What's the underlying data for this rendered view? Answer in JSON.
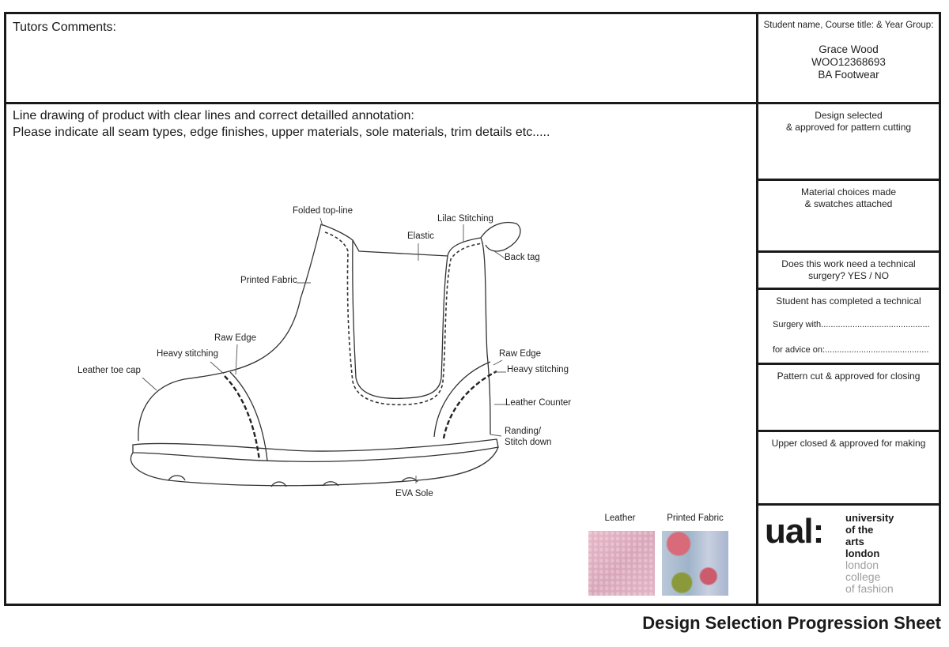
{
  "tutors": {
    "title": "Tutors Comments:"
  },
  "drawing": {
    "title_line1": "Line drawing of product with clear lines and correct detailled annotation:",
    "title_line2": "Please indicate all seam types, edge finishes, upper materials, sole materials, trim details etc....."
  },
  "annotations": {
    "folded_topline": "Folded top-line",
    "lilac_stitching": "Lilac Stitching",
    "elastic": "Elastic",
    "back_tag": "Back tag",
    "printed_fabric": "Printed Fabric",
    "raw_edge_front": "Raw Edge",
    "heavy_stitching_front": "Heavy stitching",
    "leather_toe_cap": "Leather toe cap",
    "raw_edge_back": "Raw Edge",
    "heavy_stitching_back": "Heavy stitching",
    "leather_counter": "Leather Counter",
    "randing_line1": "Randing/",
    "randing_line2": "Stitch down",
    "eva_sole": "EVA Sole"
  },
  "swatches": {
    "leather": "Leather",
    "printed_fabric": "Printed Fabric"
  },
  "sidebar": {
    "student_header": "Student name, Course title: & Year Group:",
    "student_name": "Grace Wood",
    "student_id": "WOO12368693",
    "course": "BA Footwear",
    "design_selected_1": "Design selected",
    "design_selected_2": "& approved for pattern cutting",
    "material_1": "Material choices made",
    "material_2": "& swatches attached",
    "technical_1": "Does this work need a technical",
    "technical_2": "surgery? YES / NO",
    "completed_title": "Student has completed a technical",
    "surgery_with": "Surgery with.............................................",
    "advice_on": "for advice on:...........................................",
    "pattern_cut": "Pattern cut & approved for closing",
    "upper_closed": "Upper closed & approved for making"
  },
  "logo": {
    "mark": "ual:",
    "line1": "university",
    "line2": "of the arts",
    "line3": "london",
    "line4": "london college",
    "line5": "of fashion"
  },
  "footer": {
    "title": "Design Selection Progression Sheet"
  }
}
